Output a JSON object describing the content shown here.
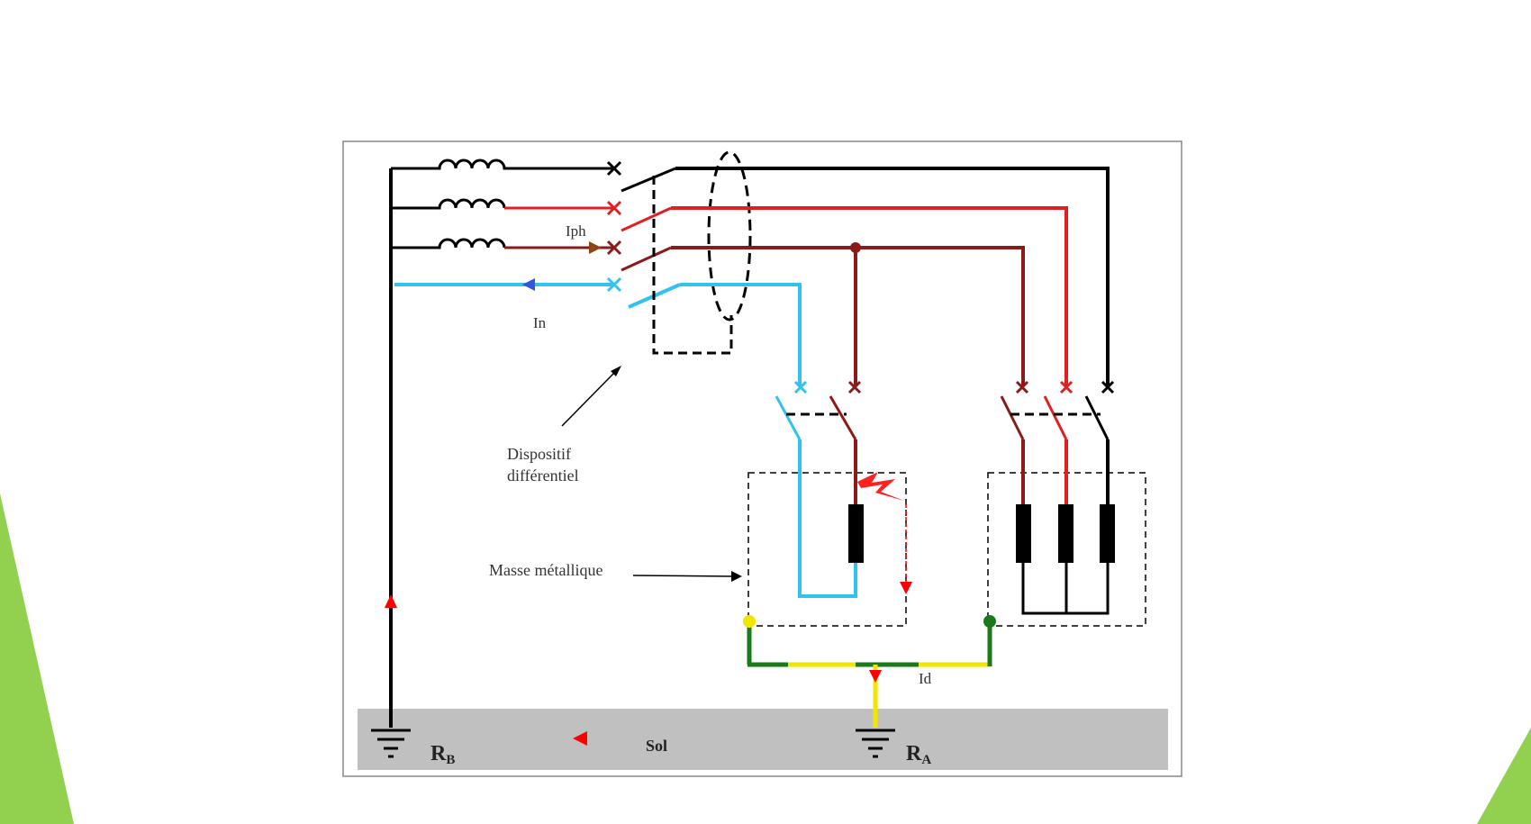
{
  "diagram": {
    "labels": {
      "iph": "Iph",
      "in": "In",
      "dispositif_line1": "Dispositif",
      "dispositif_line2": "différentiel",
      "masse": "Masse métallique",
      "id": "Id",
      "sol": "Sol",
      "rb_main": "R",
      "rb_sub": "B",
      "ra_main": "R",
      "ra_sub": "A"
    },
    "colors": {
      "phase1": "#000000",
      "phase2": "#e02020",
      "phase3": "#8b1a1a",
      "neutral": "#33c1ee",
      "earth_green": "#1a7a1a",
      "earth_yellow": "#f2e600",
      "fault_arrow": "#ff0000",
      "ground": "#c0c0c0",
      "slide_accent": "#92d050"
    }
  }
}
